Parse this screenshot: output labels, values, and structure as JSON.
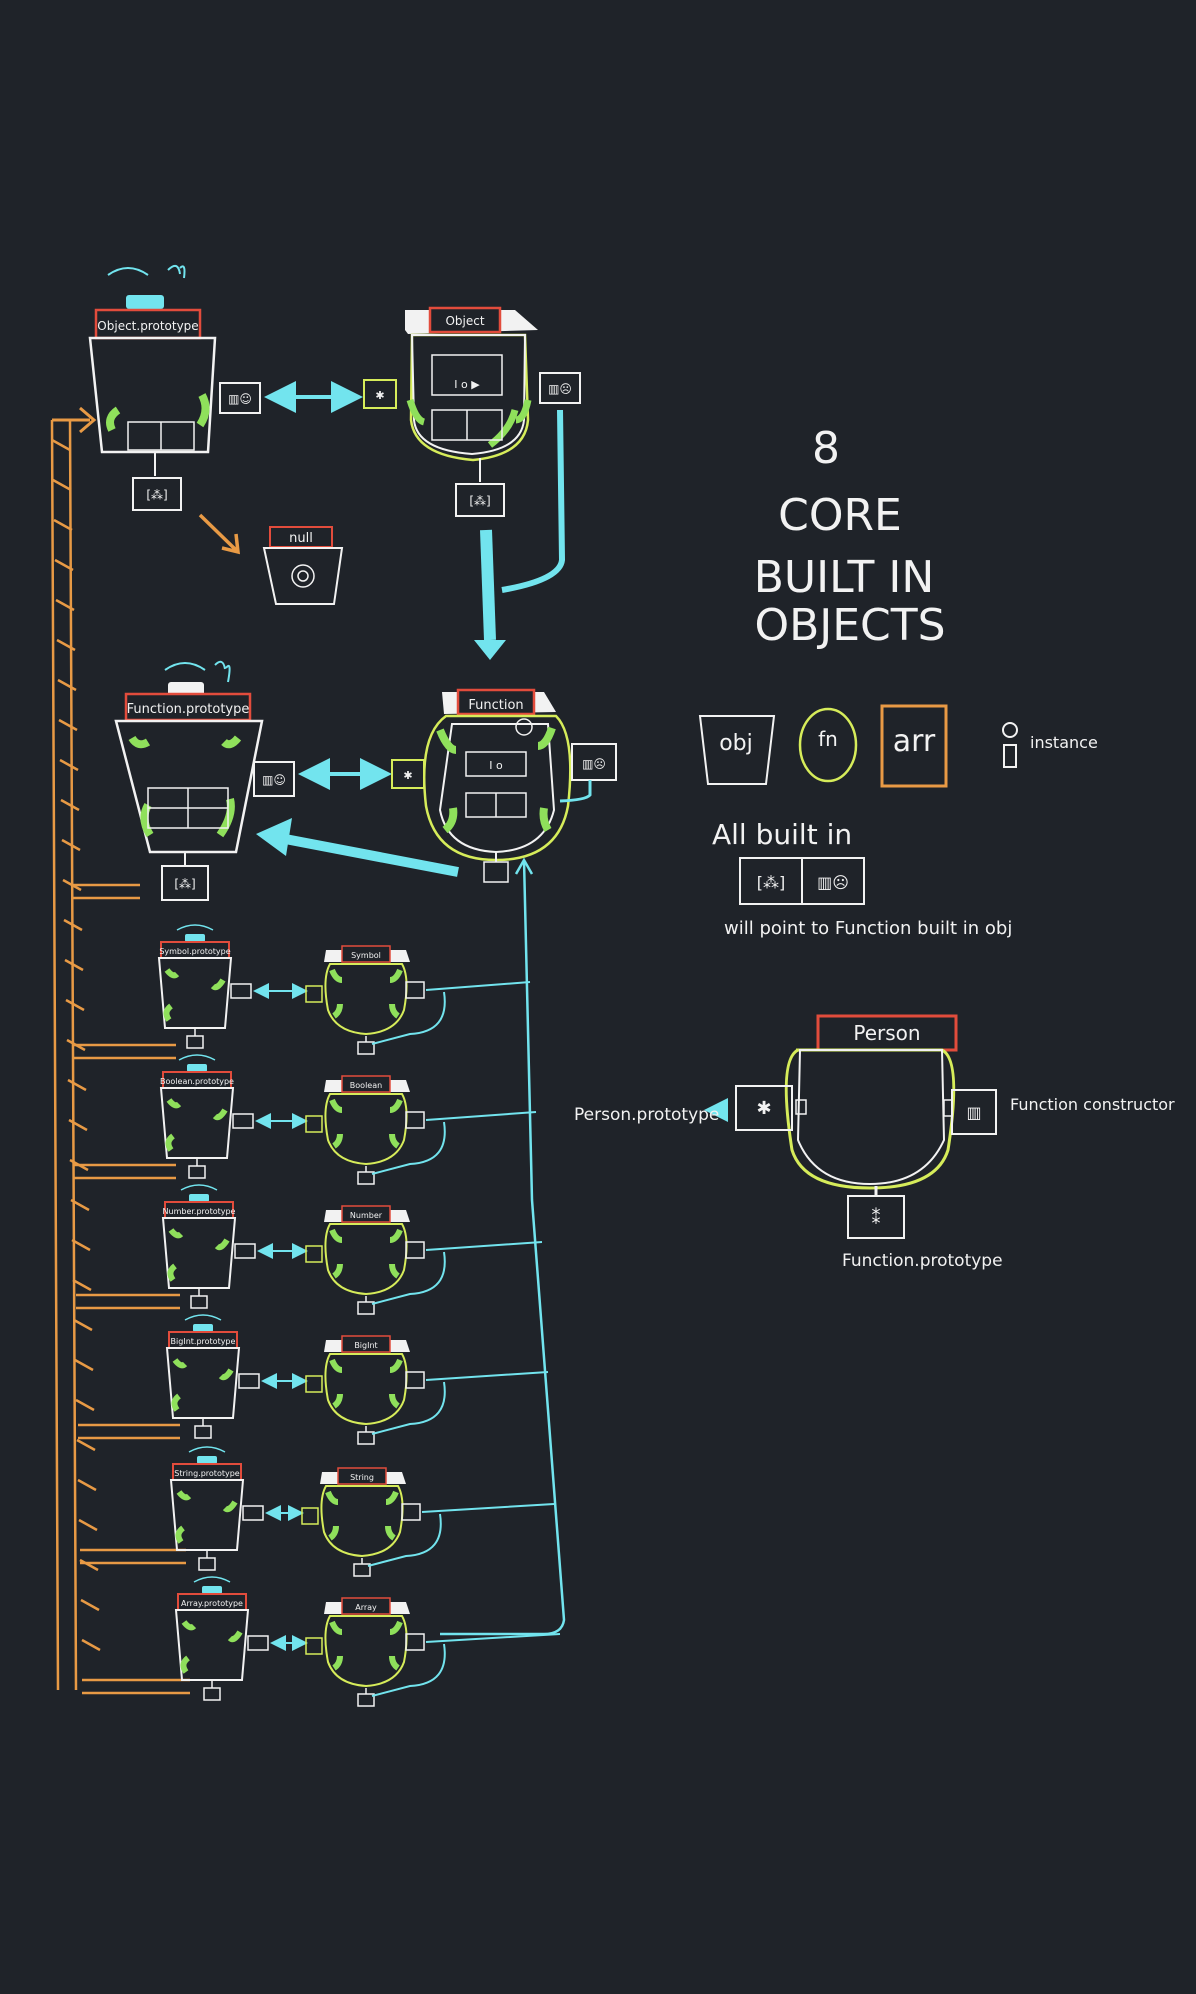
{
  "title": {
    "line1": "8",
    "line2": "CORE",
    "line3": "BUILT IN",
    "line4": "OBJECTS"
  },
  "top": {
    "object_prototype": "Object.prototype",
    "object": "Object",
    "null": "null",
    "function_prototype": "Function.prototype",
    "function": "Function"
  },
  "rows": [
    {
      "proto": "Symbol.prototype",
      "ctor": "Symbol"
    },
    {
      "proto": "Boolean.prototype",
      "ctor": "Boolean"
    },
    {
      "proto": "Number.prototype",
      "ctor": "Number"
    },
    {
      "proto": "BigInt.prototype",
      "ctor": "BigInt"
    },
    {
      "proto": "String.prototype",
      "ctor": "String"
    },
    {
      "proto": "Array.prototype",
      "ctor": "Array"
    }
  ],
  "legend": {
    "obj": "obj",
    "fn": "fn",
    "arr": "arr",
    "instance": "instance",
    "note_title": "All built in",
    "note_body": "will point to Function built in obj"
  },
  "person": {
    "name": "Person",
    "left_label": "Person.prototype",
    "right_label": "Function constructor",
    "bottom_label": "Function.prototype"
  },
  "colors": {
    "background": "#1f2329",
    "cyan": "#72e4ee",
    "orange": "#e89a45",
    "red": "#e24c3c",
    "lime": "#d6ec5a",
    "green": "#8fe05b",
    "white": "#f2f2f2"
  }
}
